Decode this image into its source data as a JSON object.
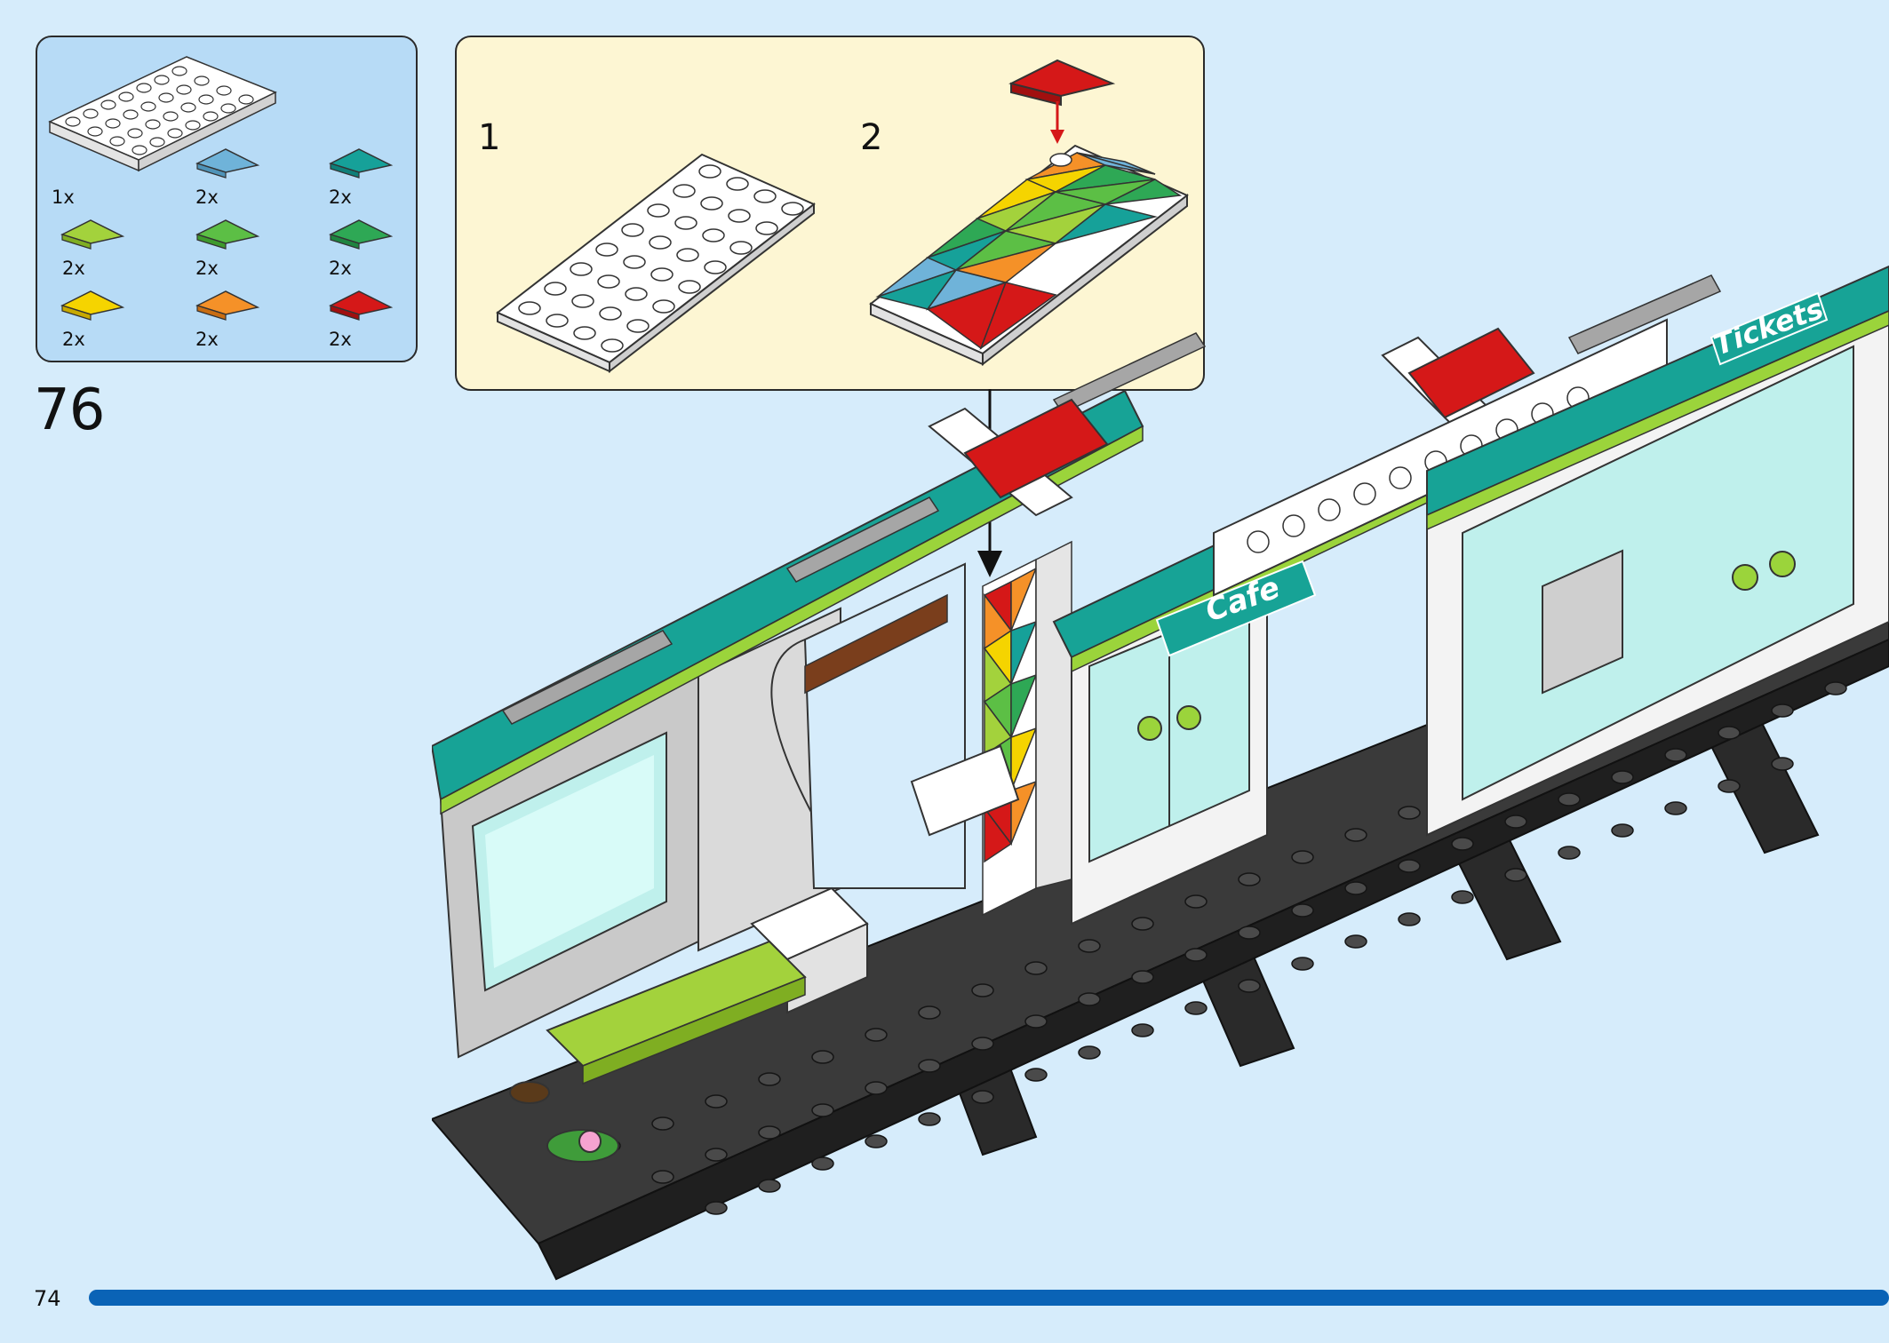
{
  "parts_list": {
    "items": [
      {
        "part": "white-4x8-plate-icon",
        "qty": "1x",
        "color": "#ffffff"
      },
      {
        "part": "light-blue-triangle-tile-icon",
        "qty": "2x",
        "color": "#6fb3d9"
      },
      {
        "part": "teal-triangle-tile-icon",
        "qty": "2x",
        "color": "#16a199"
      },
      {
        "part": "lime-triangle-tile-icon",
        "qty": "2x",
        "color": "#a3d23c"
      },
      {
        "part": "green-triangle-tile-icon",
        "qty": "2x",
        "color": "#5cbf45"
      },
      {
        "part": "dark-green-triangle-tile-icon",
        "qty": "2x",
        "color": "#2ea855"
      },
      {
        "part": "yellow-triangle-tile-icon",
        "qty": "2x",
        "color": "#f5d400"
      },
      {
        "part": "orange-triangle-tile-icon",
        "qty": "2x",
        "color": "#f59128"
      },
      {
        "part": "red-triangle-tile-icon",
        "qty": "2x",
        "color": "#d51818"
      }
    ]
  },
  "step": {
    "number": "76"
  },
  "sub_steps": [
    {
      "label": "1"
    },
    {
      "label": "2"
    }
  ],
  "model": {
    "signs": {
      "cafe": "Cafe",
      "tickets": "Tickets"
    }
  },
  "footer": {
    "page_number": "74",
    "progress_fraction": 1.0
  },
  "colors": {
    "background": "#d6ecfb",
    "parts_panel": "#b7dbf6",
    "sub_panel": "#fdf6d3",
    "teal": "#17a396",
    "lime": "#9bd43b",
    "baseplate": "#3a3a3a",
    "progress": "#0a63b6"
  }
}
